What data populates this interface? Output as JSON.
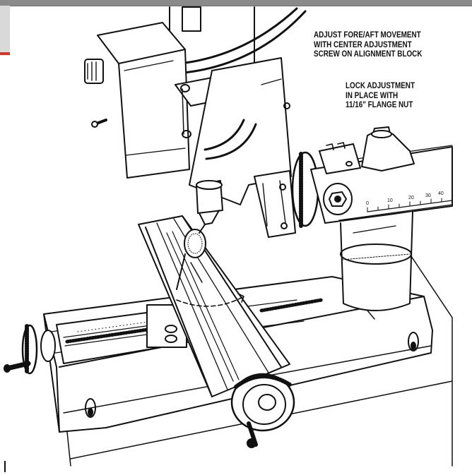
{
  "page": {
    "callouts": [
      {
        "lines": [
          "ADJUST FORE/AFT MOVEMENT",
          "WITH CENTER ADJUSTMENT",
          "SCREW ON ALIGNMENT BLOCK"
        ]
      },
      {
        "lines": [
          "LOCK ADJUSTMENT",
          "IN PLACE WITH",
          "11/16\" FLANGE NUT"
        ]
      }
    ],
    "scale_labels": [
      "0",
      "10",
      "20",
      "30",
      "40"
    ],
    "colors": {
      "ink": "#111111",
      "header_bar": "#8a8a8a",
      "side_tab": "#d9d9d9",
      "accent": "#e0301e"
    }
  }
}
